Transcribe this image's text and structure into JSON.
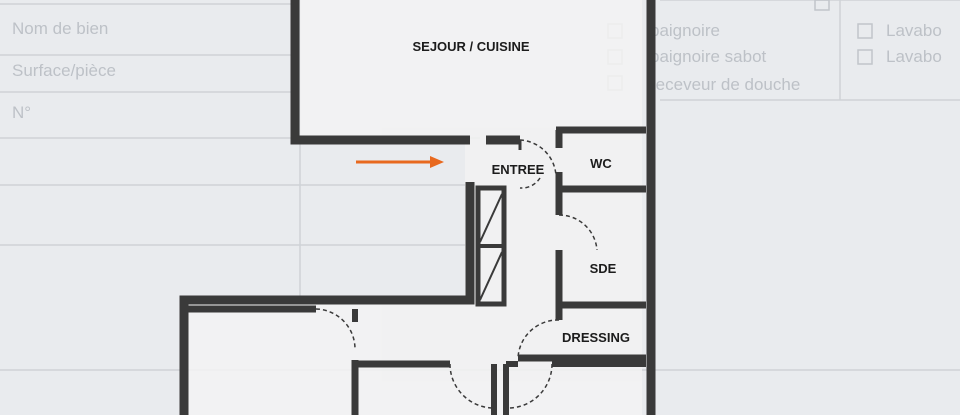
{
  "rooms": {
    "sejour": "SEJOUR / CUISINE",
    "entree": "ENTREE",
    "wc": "WC",
    "sde": "SDE",
    "dressing": "DRESSING"
  },
  "background_text": {
    "line1": "Nom de bien",
    "line2": "Surface/pièce",
    "line3": "N°",
    "right1": "baignoire",
    "right2": "baignoire sabot",
    "right3": "receveur de douche",
    "right4": "Lavabo",
    "right5": "Lavabo"
  },
  "colors": {
    "wall": "#3a3a3a",
    "wall_fill": "#f5f5f5",
    "arrow": "#e8691f",
    "paper": "#e9ebee"
  }
}
